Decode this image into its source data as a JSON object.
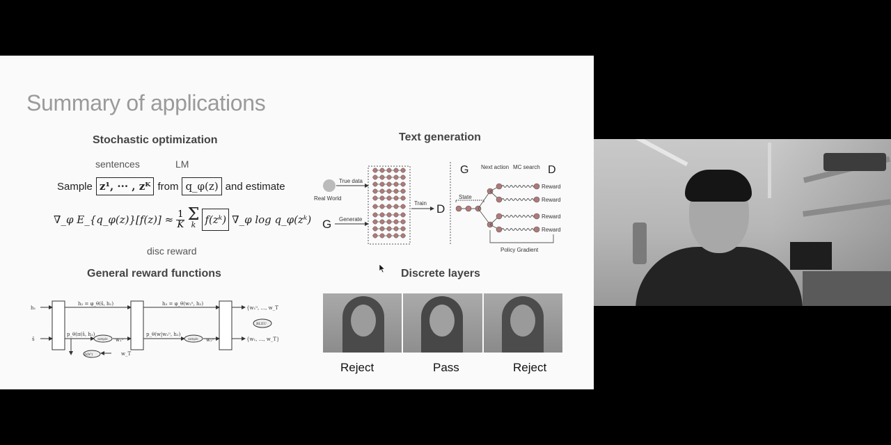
{
  "slide": {
    "title": "Summary of applications",
    "stochastic": {
      "heading": "Stochastic optimization",
      "label_sentences": "sentences",
      "label_lm": "LM",
      "sample_word": "Sample",
      "samples_expr": "z¹, ··· , zᴷ",
      "from_word": "from",
      "dist_expr": "q_φ(z)",
      "estimate_word": "and estimate",
      "gradient_lhs": "∇_φ E_{q_φ(z)}[f(z)] ≈",
      "frac_num": "1",
      "frac_den": "K",
      "sum_sym": "Σ",
      "sum_sub": "k",
      "reward_expr": "f(zᵏ)",
      "gradient_rhs": "∇_φ log q_φ(zᵏ)",
      "label_disc_reward": "disc reward"
    },
    "reward_funcs": {
      "heading": "General reward functions",
      "left_labels": [
        "h₁",
        "ŝ"
      ],
      "top_eqs": [
        "h₂ = φ_θ(ŝ, h₁)",
        "h₃ = φ_θ(w₂ᵘ, h₂)"
      ],
      "mid_eqs": [
        "p_θ(π(ŝ, h₁)",
        "p_θ(w|w₂ᵘ, h₂)"
      ],
      "sample_label": "sample",
      "w_labels": [
        "w₁ᵘ",
        "w₂ᵘ"
      ],
      "ref_label": "ĝ(h⁰)",
      "ref_input": "w_T",
      "right_labels": [
        "{w₁ᵘ, ..., w_Tᵘ}",
        "{w₁, ..., w_T}"
      ],
      "bleu_label": "BLEU"
    },
    "text_gen": {
      "heading": "Text generation",
      "real_world": "Real World",
      "true_data": "True data",
      "generate": "Generate",
      "g_label": "G",
      "train": "Train",
      "d_label": "D",
      "state": "State",
      "next_action": "Next action",
      "mc_search": "MC search",
      "reward": "Reward",
      "policy_gradient": "Policy Gradient"
    },
    "discrete": {
      "heading": "Discrete layers",
      "labels": [
        "Reject",
        "Pass",
        "Reject"
      ]
    }
  },
  "colors": {
    "slide_bg": "#fafafa",
    "title": "#9a9a9a",
    "node_fill": "#b07a78"
  }
}
